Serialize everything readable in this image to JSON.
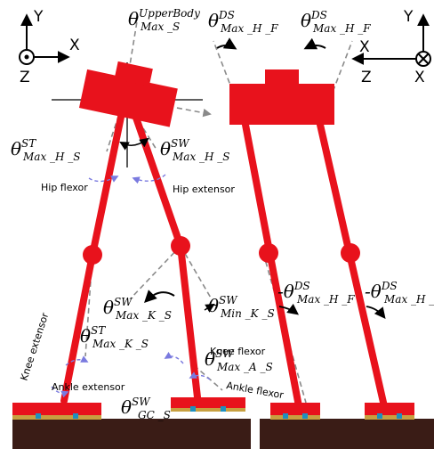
{
  "axes_left": {
    "y": "Y",
    "x": "X",
    "z": "Z"
  },
  "axes_right": {
    "y": "Y",
    "x": "X",
    "z": "Z",
    "x2": "X"
  },
  "angles": {
    "upper_body": {
      "base": "θ",
      "sup": "UpperBody",
      "sub": "Max _S"
    },
    "hip_f_left": {
      "base": "θ",
      "sup": "DS",
      "sub": "Max _H _F"
    },
    "hip_f_right": {
      "base": "θ",
      "sup": "DS",
      "sub": "Max _H _F"
    },
    "hip_st": {
      "base": "θ",
      "sup": "ST",
      "sub": "Max _H _S"
    },
    "hip_sw": {
      "base": "θ",
      "sup": "SW",
      "sub": "Max _H _S"
    },
    "knee_sw_max": {
      "base": "θ",
      "sup": "SW",
      "sub": "Max _K _S"
    },
    "knee_sw_min": {
      "base": "θ",
      "sup": "SW",
      "sub": "Min _K _S"
    },
    "knee_st": {
      "base": "θ",
      "sup": "ST",
      "sub": "Max _K _S"
    },
    "ankle_sw": {
      "base": "θ",
      "sup": "SW",
      "sub": "Max _A _S"
    },
    "gc_sw": {
      "base": "θ",
      "sup": "SW",
      "sub": "GC _S"
    },
    "neg_hip_f_1": {
      "base": "-θ",
      "sup": "DS",
      "sub": "Max _H _F"
    },
    "neg_hip_f_2": {
      "base": "-θ",
      "sup": "DS",
      "sub": "Max _H _F"
    }
  },
  "labels": {
    "hip_flexor": "Hip flexor",
    "hip_extensor": "Hip extensor",
    "knee_extensor": "Knee extensor",
    "knee_flexor": "Knee flexor",
    "ankle_extensor": "Ankle extensor",
    "ankle_flexor": "Ankle flexor"
  },
  "colors": {
    "link": "#e8121c",
    "ground": "#3a1c16",
    "foot_plate": "#c8a040",
    "dashed": "#8a8a8a",
    "arc": "#7a7adf"
  }
}
